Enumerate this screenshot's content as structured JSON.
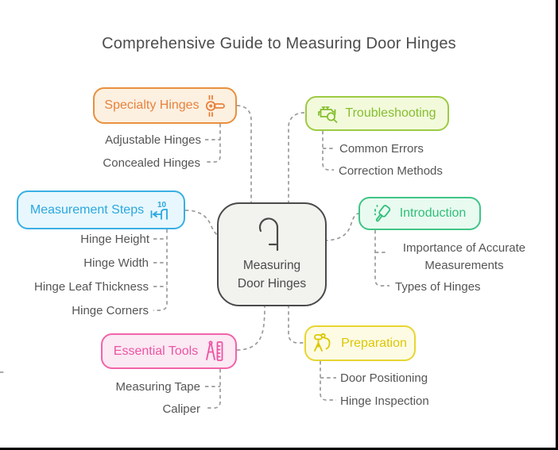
{
  "title": "Comprehensive Guide to Measuring Door Hinges",
  "center": {
    "line1": "Measuring",
    "line2": "Door Hinges",
    "icon": "door-handle-icon"
  },
  "branches": {
    "specialty": {
      "label": "Specialty Hinges",
      "icon": "hinge-icon",
      "colors": {
        "border": "#E8903E",
        "bg": "#FCF0E1",
        "text": "#E8823C"
      },
      "children": [
        "Adjustable Hinges",
        "Concealed Hinges"
      ]
    },
    "troubleshooting": {
      "label": "Troubleshooting",
      "icon": "engine-diagnostic-icon",
      "colors": {
        "border": "#9CCB43",
        "bg": "#F3FADC",
        "text": "#85BE2E"
      },
      "children": [
        "Common Errors",
        "Correction Methods"
      ]
    },
    "measurement": {
      "label": "Measurement Steps",
      "icon": "dimension-10-icon",
      "colors": {
        "border": "#39AFE4",
        "bg": "#E8F7FD",
        "text": "#29A8DE"
      },
      "children": [
        "Hinge Height",
        "Hinge Width",
        "Hinge Leaf Thickness",
        "Hinge Corners"
      ]
    },
    "introduction": {
      "label": "Introduction",
      "icon": "mallet-icon",
      "colors": {
        "border": "#40C586",
        "bg": "#E9FAF1",
        "text": "#2FBF78"
      },
      "children": [
        "Importance of Accurate Measurements",
        "Types of Hinges"
      ]
    },
    "preparation": {
      "label": "Preparation",
      "icon": "tripod-survey-icon",
      "colors": {
        "border": "#E7D532",
        "bg": "#FDFBE4",
        "text": "#DCC702"
      },
      "children": [
        "Door Positioning",
        "Hinge Inspection"
      ]
    },
    "essential": {
      "label": "Essential Tools",
      "icon": "compass-ruler-icon",
      "colors": {
        "border": "#F164AA",
        "bg": "#FBE9F3",
        "text": "#EC54A4"
      },
      "children": [
        "Measuring Tape",
        "Caliper"
      ]
    }
  }
}
